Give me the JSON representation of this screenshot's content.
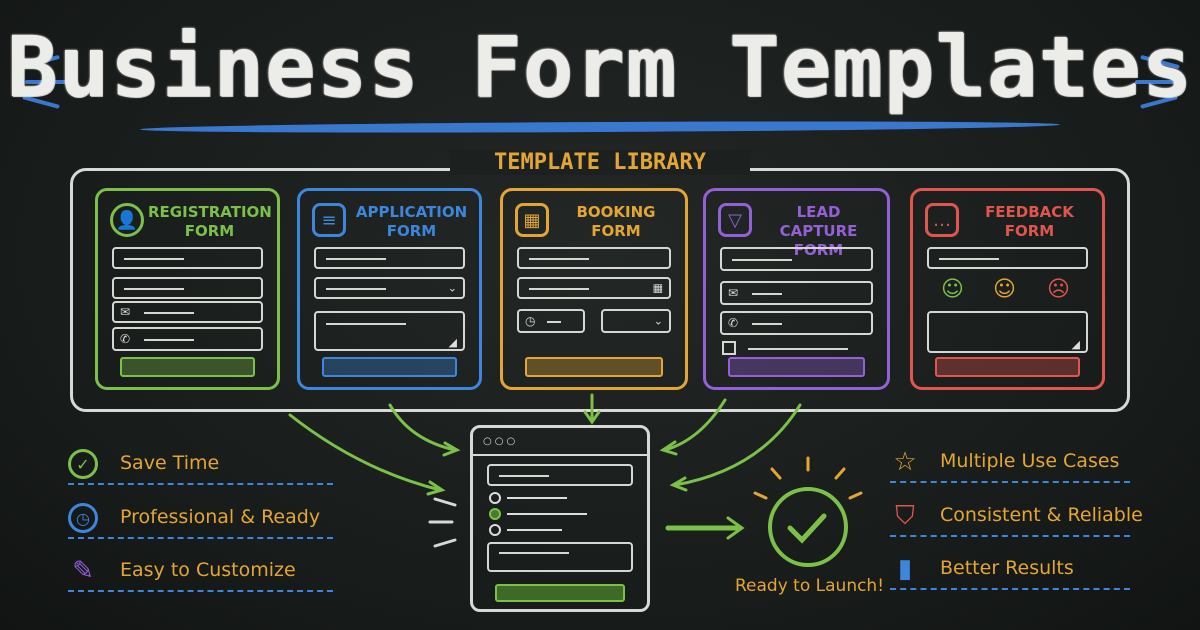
{
  "title": "Business Form Templates",
  "library_label": "TEMPLATE LIBRARY",
  "colors": {
    "green": "#7cc04a",
    "blue": "#3d86dc",
    "orange": "#e3a634",
    "purple": "#9460d6",
    "red": "#e0564e",
    "chalk": "#e6e6e2",
    "background": "#171b19"
  },
  "cards": [
    {
      "line1": "REGISTRATION",
      "line2": "FORM",
      "icon": "user-circle-icon",
      "color": "#7cc04a"
    },
    {
      "line1": "APPLICATION",
      "line2": "FORM",
      "icon": "document-icon",
      "color": "#3d86dc"
    },
    {
      "line1": "BOOKING",
      "line2": "FORM",
      "icon": "calendar-icon",
      "color": "#e3a634"
    },
    {
      "line1": "LEAD CAPTURE",
      "line2": "FORM",
      "icon": "funnel-icon",
      "color": "#9460d6"
    },
    {
      "line1": "FEEDBACK",
      "line2": "FORM",
      "icon": "speech-bubble-icon",
      "color": "#e0564e"
    }
  ],
  "features_left": [
    {
      "label": "Save Time",
      "icon": "checkmark-circle-icon",
      "color": "#7cc04a"
    },
    {
      "label": "Professional & Ready",
      "icon": "clock-icon",
      "color": "#3d86dc"
    },
    {
      "label": "Easy to Customize",
      "icon": "pencil-icon",
      "color": "#9460d6"
    }
  ],
  "features_right": [
    {
      "label": "Multiple Use Cases",
      "icon": "star-icon",
      "color": "#e3a634"
    },
    {
      "label": "Consistent & Reliable",
      "icon": "shield-check-icon",
      "color": "#e0564e"
    },
    {
      "label": "Better Results",
      "icon": "bar-chart-icon",
      "color": "#3d86dc"
    }
  ],
  "launch_label": "Ready to Launch!"
}
